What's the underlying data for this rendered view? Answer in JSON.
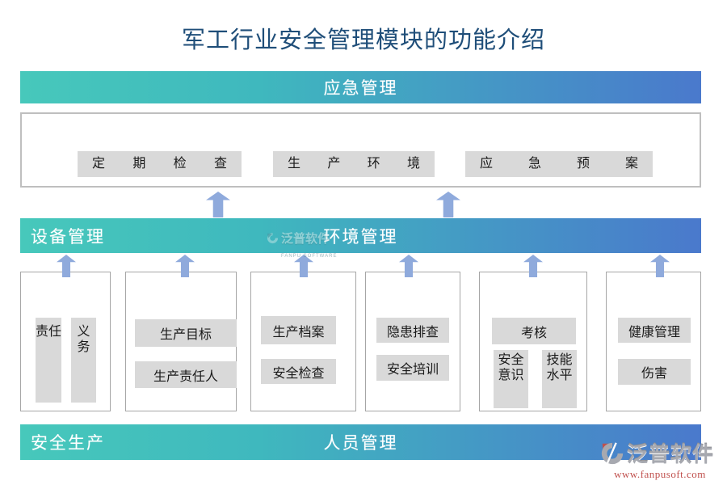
{
  "title": "军工行业安全管理模块的功能介绍",
  "colors": {
    "gradient_start": "#47C8BB",
    "gradient_end": "#4A79CC",
    "arrow": "#8FAADC",
    "chip_bg": "#D9D9D9",
    "box_border": "#A6A6A6",
    "title_text": "#1F4E79",
    "logo_grey": "#A7A9B0",
    "logo_red": "#C0504D"
  },
  "bars": {
    "top": {
      "label": "应急管理"
    },
    "middle": {
      "left_label": "设备管理",
      "center_label": "环境管理"
    },
    "bottom": {
      "left_label": "安全生产",
      "center_label": "人员管理"
    }
  },
  "emergency_box": {
    "items": [
      "定期检查",
      "生产环境",
      "应急预案"
    ]
  },
  "columns": [
    {
      "items": [
        "责任",
        "义务"
      ]
    },
    {
      "items": [
        "生产目标",
        "生产责任人"
      ]
    },
    {
      "items": [
        "生产档案",
        "安全检查"
      ]
    },
    {
      "items": [
        "隐患排查",
        "安全培训"
      ]
    },
    {
      "items": [
        "考核",
        "安全意识",
        "技能水平"
      ]
    },
    {
      "items": [
        "健康管理",
        "伤害"
      ]
    }
  ],
  "watermark": {
    "name": "泛普软件",
    "subtext": "FANPU SOFTWARE"
  },
  "logo": {
    "name": "泛普软件",
    "url": "www.fanpusoft.com"
  }
}
